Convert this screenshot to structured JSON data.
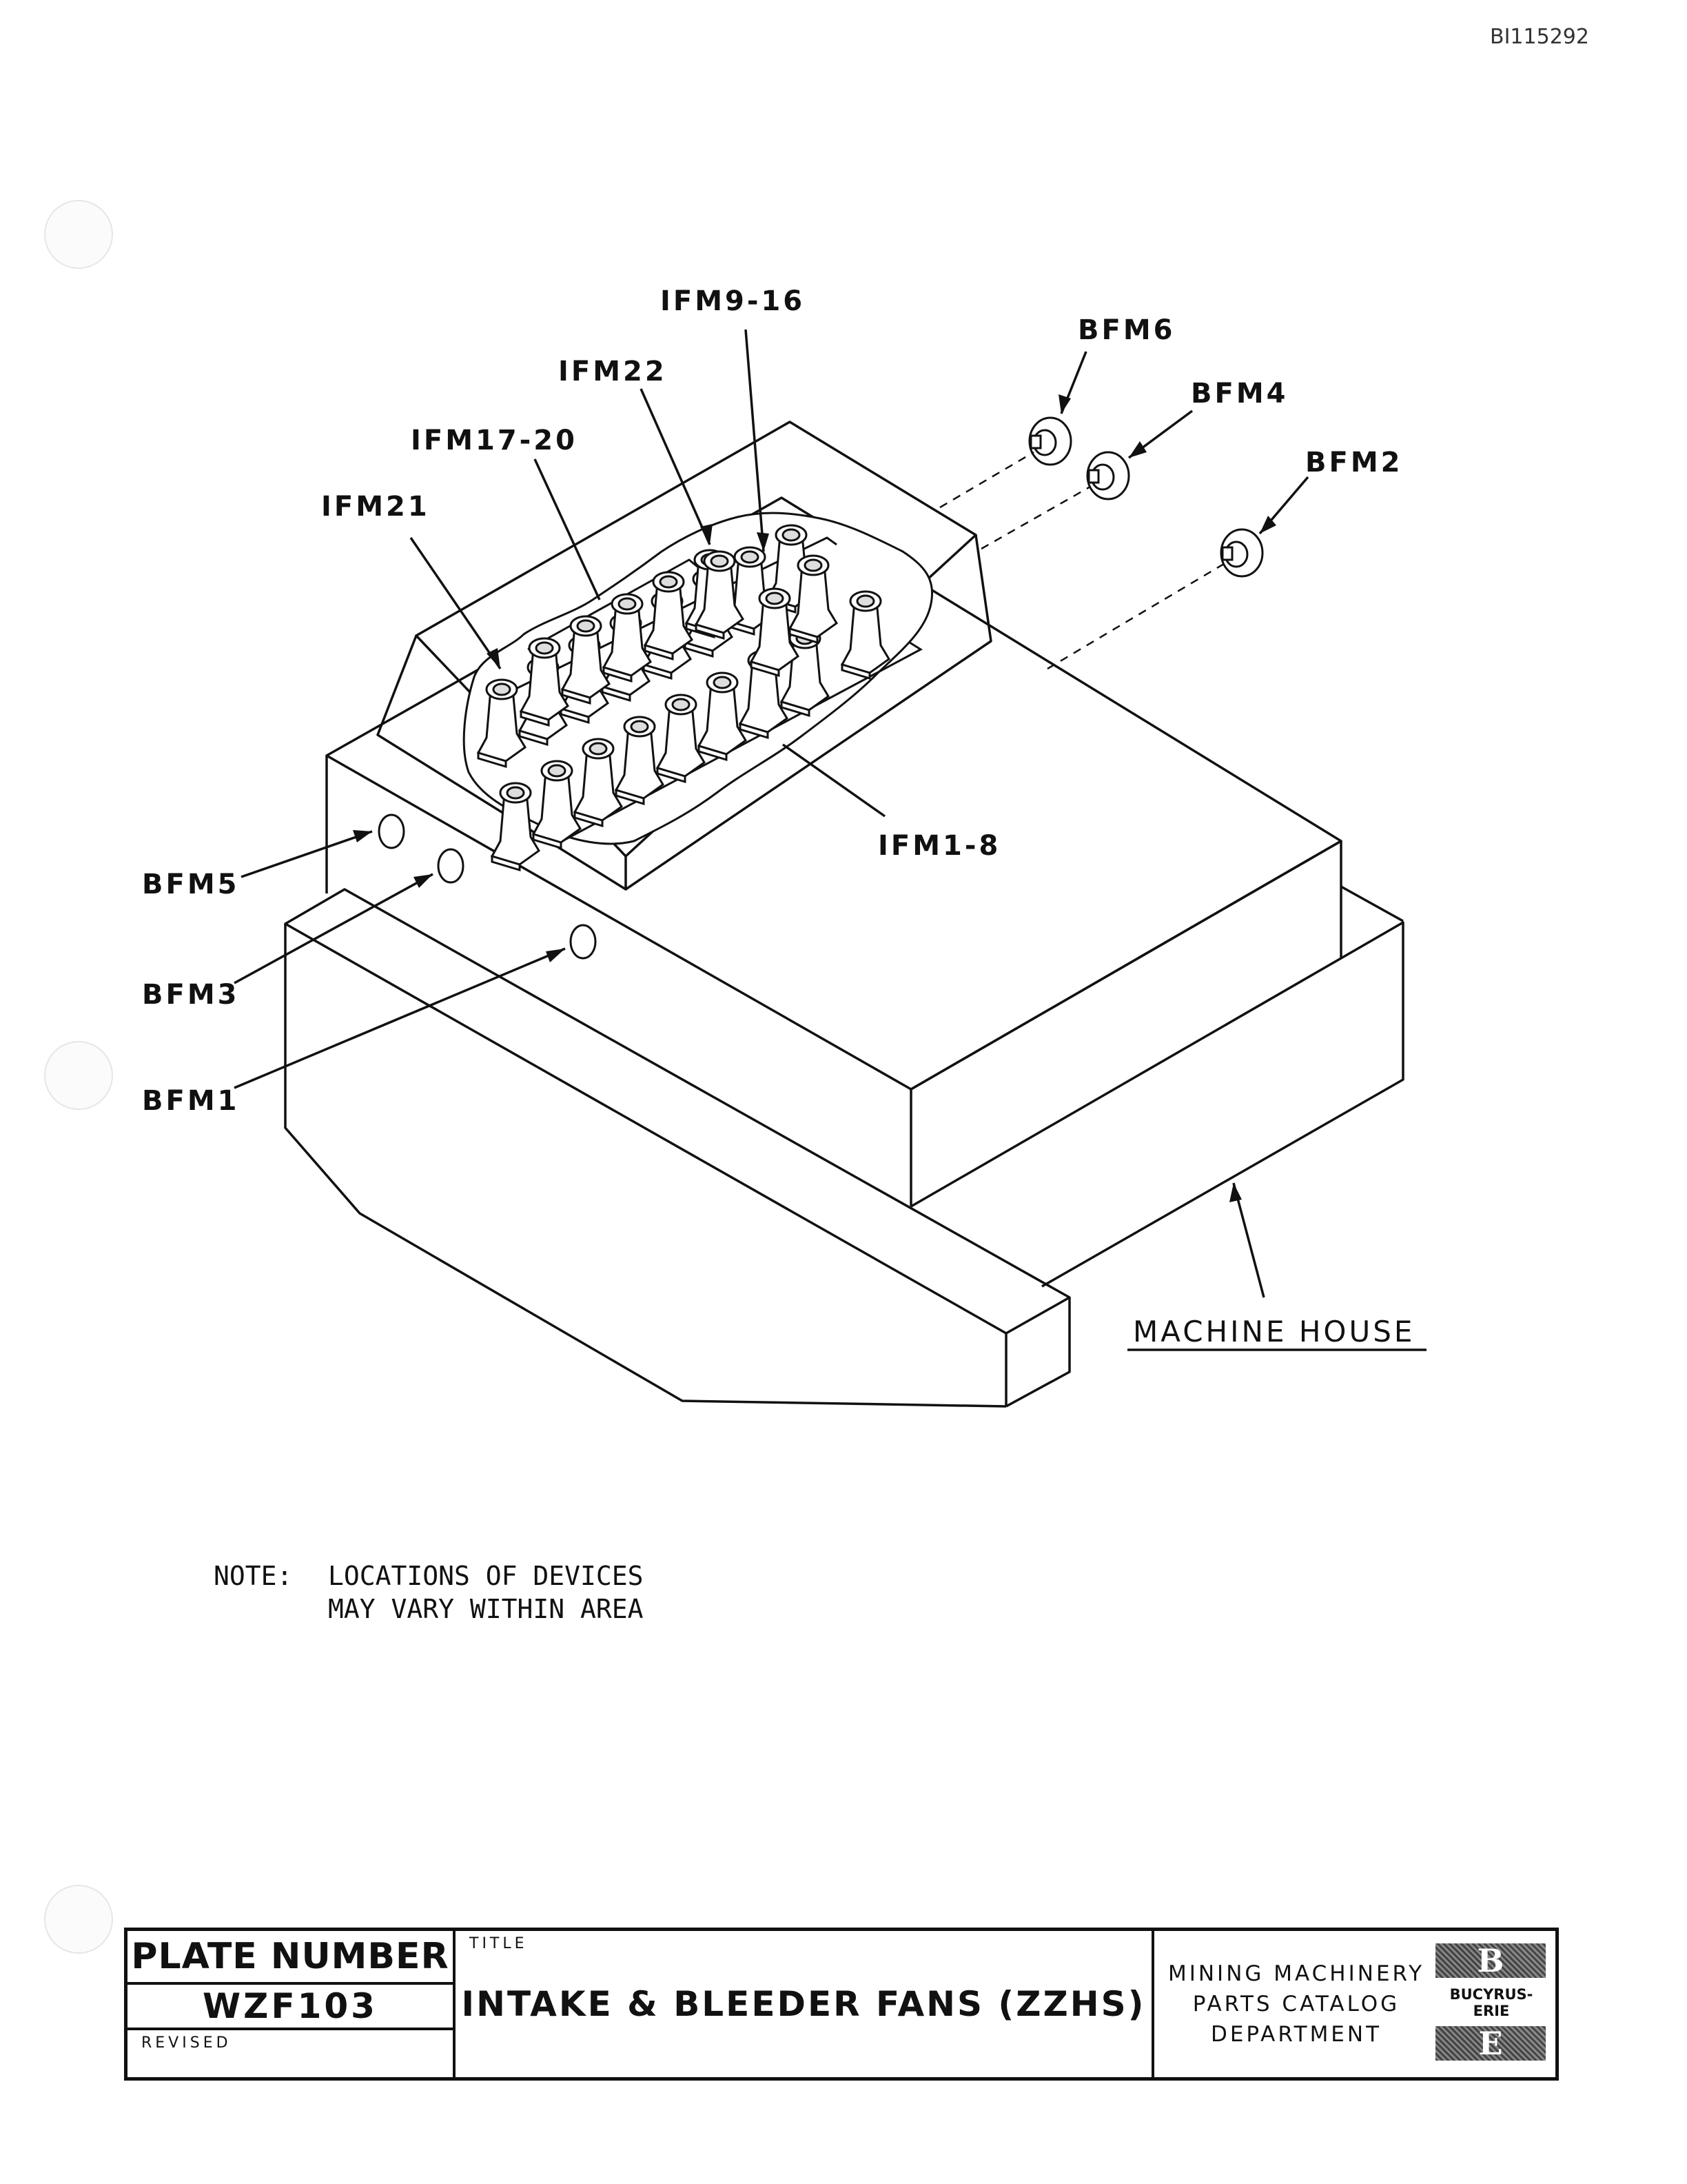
{
  "doc_id": "BI115292",
  "labels": {
    "ifm9_16": "IFM9-16",
    "bfm6": "BFM6",
    "ifm22": "IFM22",
    "bfm4": "BFM4",
    "ifm17_20": "IFM17-20",
    "bfm2": "BFM2",
    "ifm21": "IFM21",
    "ifm1_8": "IFM1-8",
    "bfm5": "BFM5",
    "bfm3": "BFM3",
    "bfm1": "BFM1",
    "machine_house": "MACHINE HOUSE"
  },
  "note": {
    "key": "NOTE:",
    "line1": "LOCATIONS OF DEVICES",
    "line2": "MAY VARY WITHIN AREA"
  },
  "title_block": {
    "plate_number_label": "PLATE NUMBER",
    "plate_number": "WZF103",
    "revised_label": "REVISED",
    "title_label": "TITLE",
    "title": "INTAKE & BLEEDER FANS (ZZHS)",
    "dept_line1": "MINING MACHINERY",
    "dept_line2": "PARTS CATALOG",
    "dept_line3": "DEPARTMENT",
    "logo_top": "B",
    "logo_name": "BUCYRUS-ERIE",
    "logo_bottom": "E"
  }
}
